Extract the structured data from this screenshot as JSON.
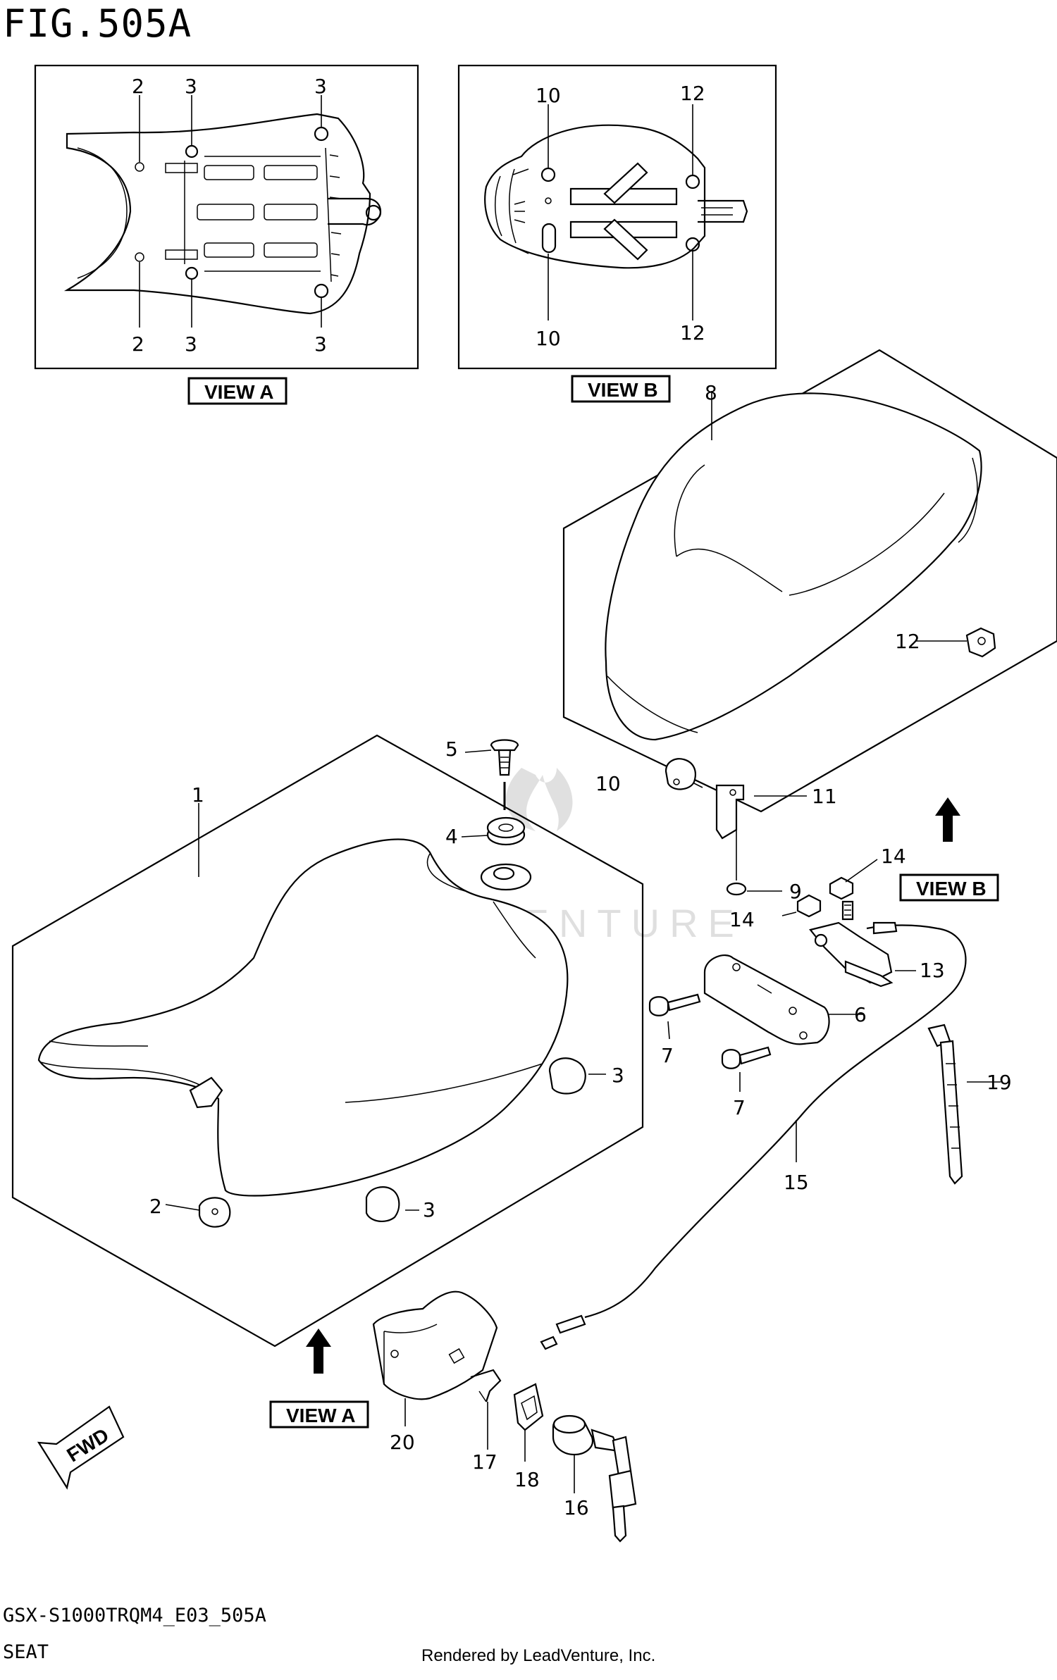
{
  "figure": {
    "title": "FIG.505A",
    "model_code": "GSX-S1000TRQM4_E03_505A",
    "section": "SEAT",
    "credit": "Rendered by LeadVenture, Inc.",
    "watermark": "LEADVENTURE"
  },
  "view_labels": {
    "view_a": "VIEW A",
    "view_b": "VIEW B",
    "fwd": "FWD"
  },
  "inset_a_callouts": [
    "2",
    "3",
    "3",
    "2",
    "3",
    "3"
  ],
  "inset_b_callouts": [
    "10",
    "12",
    "10",
    "12"
  ],
  "parts": [
    {
      "id": "p1",
      "number": "1"
    },
    {
      "id": "p2",
      "number": "2"
    },
    {
      "id": "p3a",
      "number": "3"
    },
    {
      "id": "p3b",
      "number": "3"
    },
    {
      "id": "p4",
      "number": "4"
    },
    {
      "id": "p5",
      "number": "5"
    },
    {
      "id": "p6",
      "number": "6"
    },
    {
      "id": "p7a",
      "number": "7"
    },
    {
      "id": "p7b",
      "number": "7"
    },
    {
      "id": "p8",
      "number": "8"
    },
    {
      "id": "p9",
      "number": "9"
    },
    {
      "id": "p10",
      "number": "10"
    },
    {
      "id": "p11",
      "number": "11"
    },
    {
      "id": "p12",
      "number": "12"
    },
    {
      "id": "p13",
      "number": "13"
    },
    {
      "id": "p14a",
      "number": "14"
    },
    {
      "id": "p14b",
      "number": "14"
    },
    {
      "id": "p15",
      "number": "15"
    },
    {
      "id": "p16",
      "number": "16"
    },
    {
      "id": "p17",
      "number": "17"
    },
    {
      "id": "p18",
      "number": "18"
    },
    {
      "id": "p19",
      "number": "19"
    },
    {
      "id": "p20",
      "number": "20"
    }
  ]
}
